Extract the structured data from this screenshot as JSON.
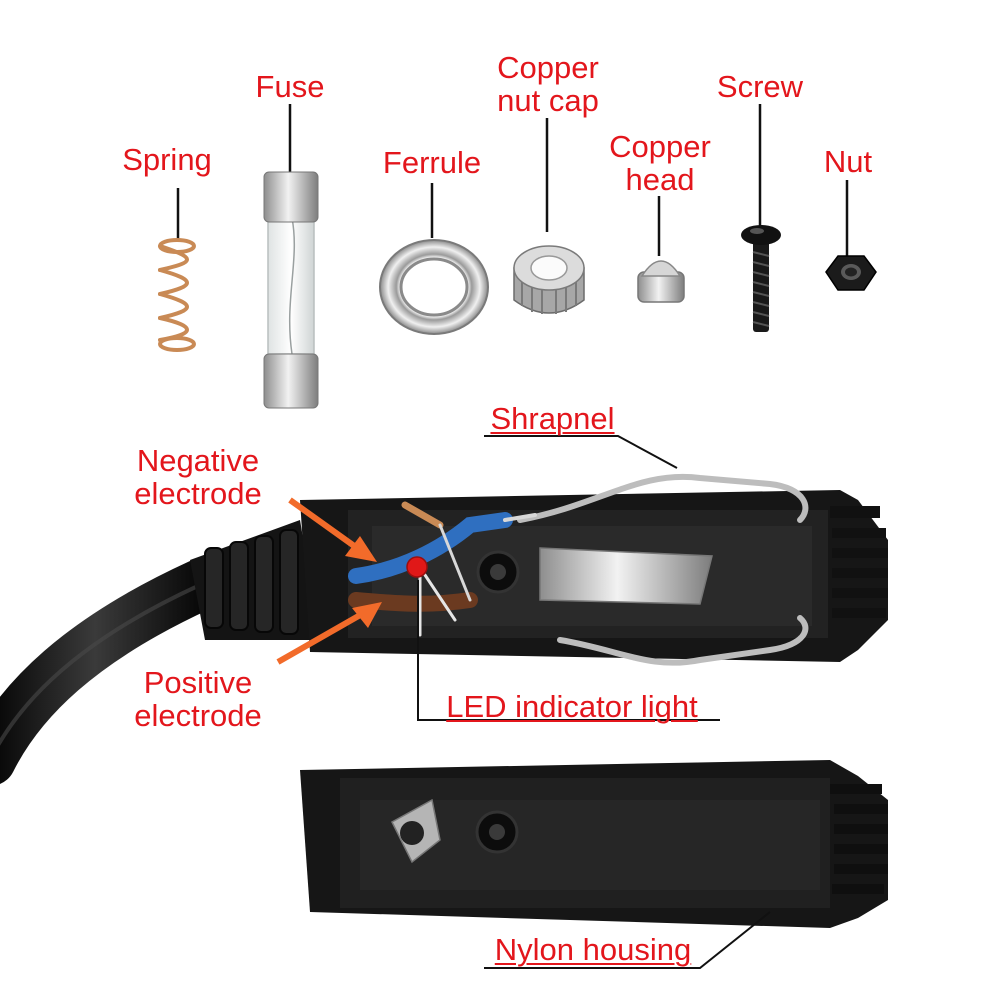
{
  "labels": {
    "spring": "Spring",
    "fuse": "Fuse",
    "ferrule": "Ferrule",
    "copper_nut_cap": [
      "Copper",
      "nut cap"
    ],
    "copper_head": [
      "Copper",
      "head"
    ],
    "screw": "Screw",
    "nut": "Nut",
    "shrapnel": "Shrapnel",
    "negative_electrode": [
      "Negative",
      "electrode"
    ],
    "positive_electrode": [
      "Positive",
      "electrode"
    ],
    "led_indicator_light": "LED indicator light",
    "nylon_housing": "Nylon housing"
  },
  "colors": {
    "label_red": "#e3161c",
    "arrow_orange": "#f26b2a",
    "leader_black": "#111111",
    "housing_black": "#151515",
    "copper": "#c98a55",
    "nickel": "#bdbdbd",
    "wire_blue": "#2f6fc0",
    "wire_brown": "#6b3a20",
    "led_red": "#e01818"
  },
  "icons": {
    "spring": "spring-icon",
    "fuse": "fuse-icon",
    "ferrule": "ferrule-icon",
    "copper_nut_cap": "knurled-nut-icon",
    "copper_head": "copper-head-icon",
    "screw": "screw-icon",
    "nut": "hex-nut-icon"
  }
}
